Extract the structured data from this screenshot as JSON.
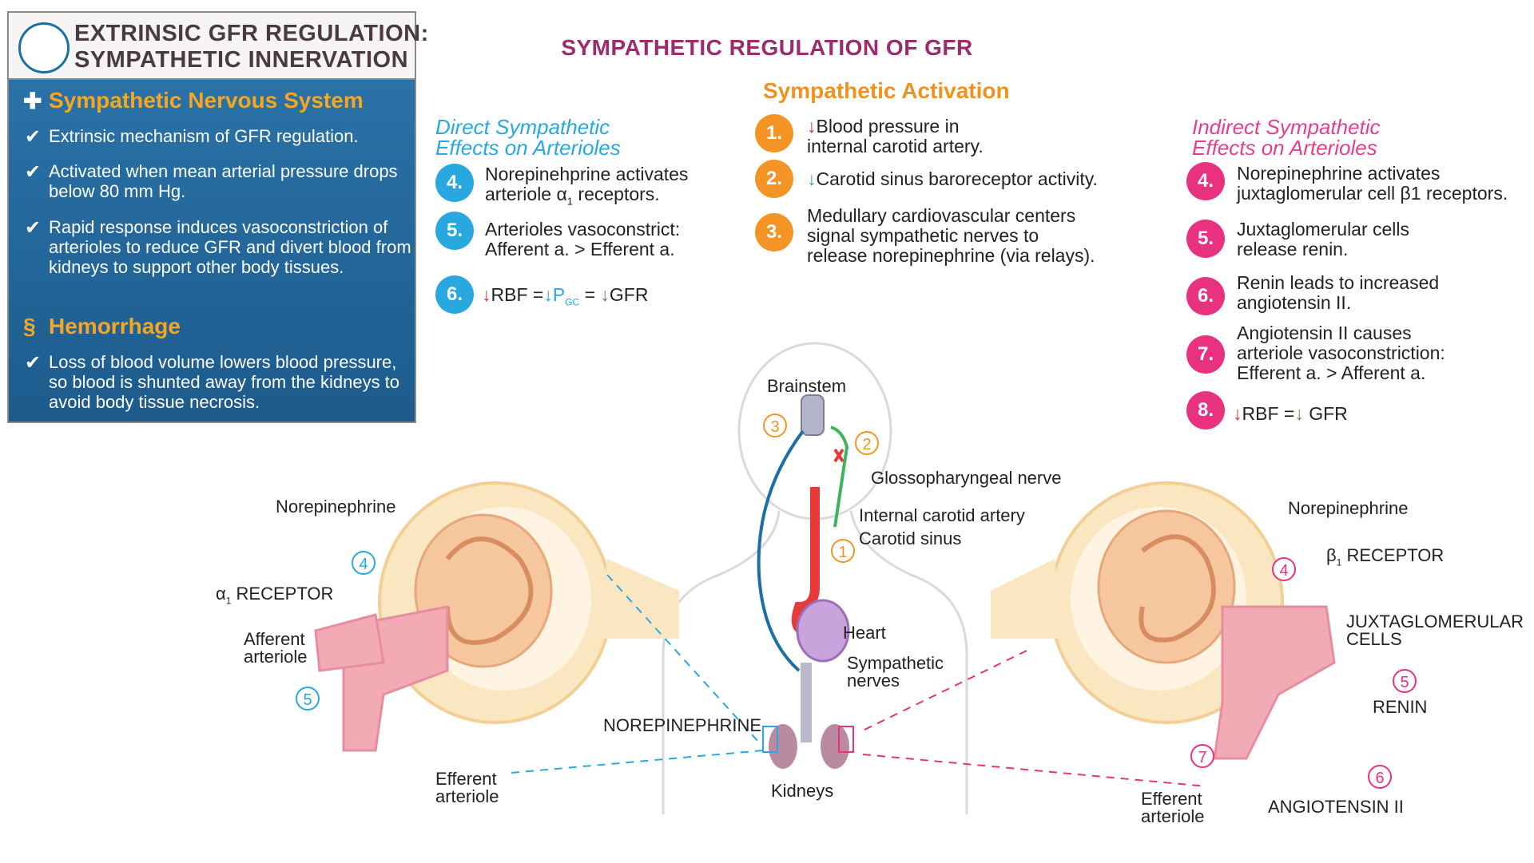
{
  "title": {
    "line1": "EXTRINSIC GFR REGULATION:",
    "line2": "SYMPATHETIC INNERVATION"
  },
  "panel": {
    "sns_heading": "Sympathetic Nervous System",
    "sns_items": [
      "Extrinsic mechanism of GFR regulation.",
      "Activated when mean arterial pressure drops below 80 mm Hg.",
      "Rapid response induces vasoconstriction of arterioles to reduce GFR and divert blood from kidneys to support other body tissues."
    ],
    "hem_heading": "Hemorrhage",
    "hem_items": [
      "Loss of blood volume lowers blood pressure, so blood is shunted away from the kidneys to avoid body tissue necrosis."
    ]
  },
  "main_title": "SYMPATHETIC REGULATION OF GFR",
  "activation": {
    "heading": "Sympathetic Activation",
    "steps": [
      {
        "n": "1.",
        "line1": "Blood pressure in",
        "line2": "internal carotid artery."
      },
      {
        "n": "2.",
        "line1": "Carotid sinus baroreceptor activity."
      },
      {
        "n": "3.",
        "line1": "Medullary cardiovascular centers",
        "line2": "signal sympathetic nerves to",
        "line3": "release norepinephrine (via relays)."
      }
    ]
  },
  "direct": {
    "heading1": "Direct Sympathetic",
    "heading2": "Effects on Arterioles",
    "steps": [
      {
        "n": "4.",
        "line1": "Norepinehprine activates",
        "line2a": "arteriole",
        "line2b": "α",
        "line2c": "1",
        "line2d": "receptors."
      },
      {
        "n": "5.",
        "line1": "Arterioles vasoconstrict:",
        "line2": "Afferent a. > Efferent a."
      },
      {
        "n": "6.",
        "rbf": "RBF =",
        "p": "P",
        "gc": "GC",
        "eq": "=",
        "gfr": "GFR"
      }
    ]
  },
  "indirect": {
    "heading1": "Indirect Sympathetic",
    "heading2": "Effects on Arterioles",
    "steps": [
      {
        "n": "4.",
        "line1": "Norepinephrine activates",
        "line2": "juxtaglomerular cell β1 receptors."
      },
      {
        "n": "5.",
        "line1": "Juxtaglomerular cells",
        "line2": "release renin."
      },
      {
        "n": "6.",
        "line1": "Renin leads to increased",
        "line2": "angiotensin II."
      },
      {
        "n": "7.",
        "line1": "Angiotensin II causes",
        "line2": "arteriole vasoconstriction:",
        "line3": "Efferent a. > Afferent a."
      },
      {
        "n": "8.",
        "rbf": "RBF =",
        "gfr": "GFR"
      }
    ]
  },
  "body": {
    "brainstem": "Brainstem",
    "glosso": "Glossopharyngeal nerve",
    "ica": "Internal carotid artery",
    "sinus": "Carotid sinus",
    "heart": "Heart",
    "symp1": "Sympathetic",
    "symp2": "nerves",
    "ne": "NOREPINEPHRINE",
    "kidneys": "Kidneys",
    "c1": "1",
    "c2": "2",
    "c3": "3"
  },
  "left_glom": {
    "ne": "Norepinephrine",
    "alpha": "α",
    "alpha_sub": "1",
    "receptor": "RECEPTOR",
    "aff1": "Afferent",
    "aff2": "arteriole",
    "eff1": "Efferent",
    "eff2": "arteriole",
    "c4": "4",
    "c5": "5"
  },
  "right_glom": {
    "ne": "Norepinephrine",
    "beta": "β",
    "beta_sub": "1",
    "receptor": "RECEPTOR",
    "jg1": "JUXTAGLOMERULAR",
    "jg2": "CELLS",
    "renin": "RENIN",
    "ang": "ANGIOTENSIN II",
    "eff1": "Efferent",
    "eff2": "arteriole",
    "c4": "4",
    "c5": "5",
    "c6": "6",
    "c7": "7"
  },
  "colors": {
    "blue": "#29a8df",
    "orange": "#f39424",
    "pink": "#e8317f",
    "magenta": "#9c2b6e",
    "panel": "#1d5b8c"
  }
}
